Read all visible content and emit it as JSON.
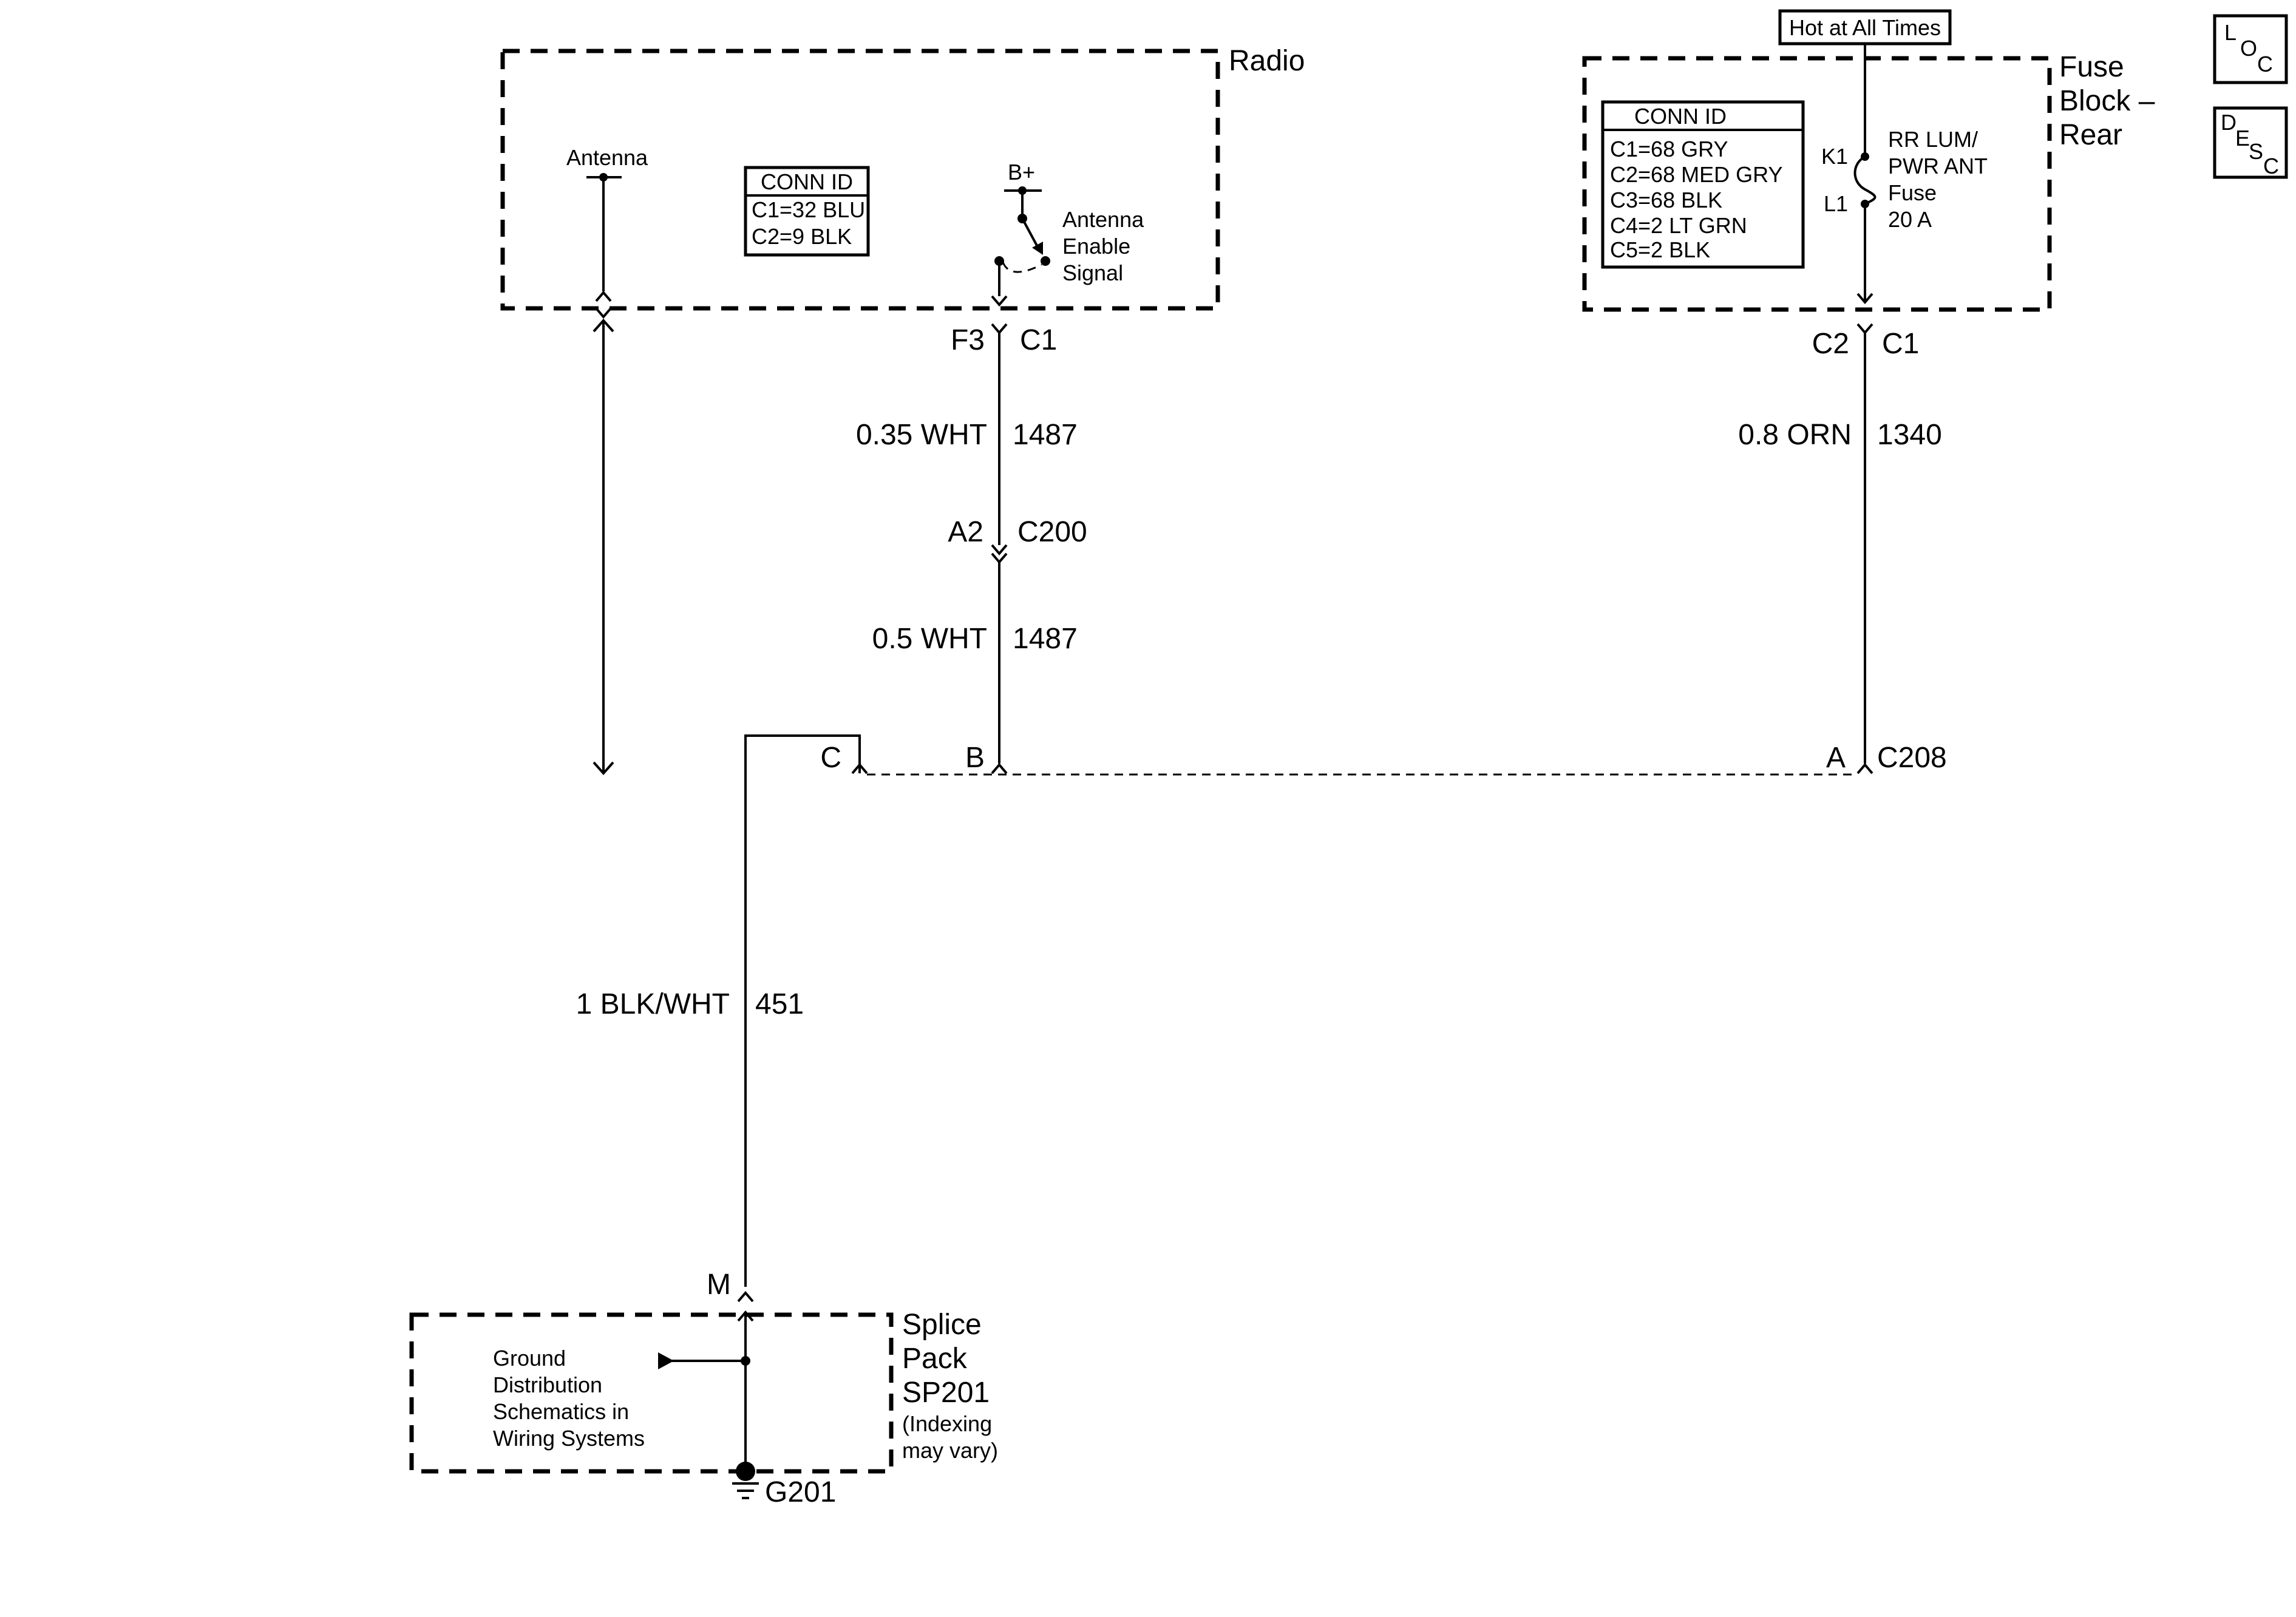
{
  "radio": {
    "title": "Radio",
    "antenna_label": "Antenna",
    "conn_id": {
      "header": "CONN ID",
      "rows": [
        "C1=32 BLU",
        "C2=9 BLK"
      ]
    },
    "bplus": "B+",
    "antenna_enable": [
      "Antenna",
      "Enable",
      "Signal"
    ]
  },
  "fuse_block": {
    "title": [
      "Fuse",
      "Block –",
      "Rear"
    ],
    "hot_label": "Hot at All Times",
    "conn_id": {
      "header": "CONN ID",
      "rows": [
        "C1=68 GRY",
        "C2=68 MED GRY",
        "C3=68 BLK",
        "C4=2 LT GRN",
        "C5=2 BLK"
      ]
    },
    "k1": "K1",
    "l1": "L1",
    "fuse_text": [
      "RR LUM/",
      "PWR ANT",
      "Fuse",
      "20 A"
    ]
  },
  "splice_pack": {
    "title": [
      "Splice",
      "Pack",
      "SP201",
      "(Indexing",
      "may vary)"
    ],
    "ground_ref": [
      "Ground",
      "Distribution",
      "Schematics in",
      "Wiring Systems"
    ],
    "pin": "M",
    "ground": "G201"
  },
  "radio_wire": {
    "pin": "F3",
    "conn": "C1",
    "upper_wire": {
      "size_color": "0.35 WHT",
      "circuit": "1487"
    },
    "inline_pin": "A2",
    "inline_conn": "C200",
    "lower_wire": {
      "size_color": "0.5 WHT",
      "circuit": "1487"
    }
  },
  "fuse_wire": {
    "pin": "C2",
    "conn": "C1",
    "wire": {
      "size_color": "0.8 ORN",
      "circuit": "1340"
    }
  },
  "c208": {
    "name": "C208",
    "pins": {
      "a": "A",
      "b": "B",
      "c": "C"
    }
  },
  "ground_wire": {
    "size_color": "1 BLK/WHT",
    "circuit": "451"
  },
  "side_icons": {
    "loc": [
      "L",
      "O",
      "C"
    ],
    "desc": [
      "D",
      "E",
      "S",
      "C"
    ]
  }
}
